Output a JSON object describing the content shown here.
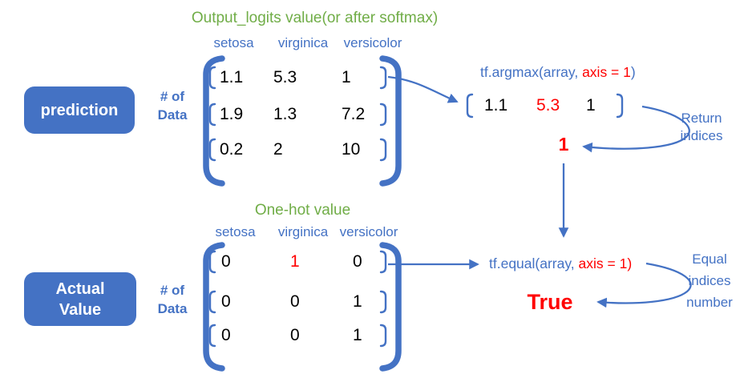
{
  "colors": {
    "accent_blue": "#4472C4",
    "title_green": "#70AD47",
    "highlight_red": "#FF0000",
    "value_black": "#000000",
    "background": "#FFFFFF"
  },
  "prediction_section": {
    "label": "prediction",
    "count_label": {
      "line1": "# of",
      "line2": "Data"
    },
    "matrix_title": "Output_logits value(or after softmax)",
    "columns": [
      "setosa",
      "virginica",
      "versicolor"
    ],
    "matrix": [
      [
        "1.1",
        "5.3",
        "1"
      ],
      [
        "1.9",
        "1.3",
        "7.2"
      ],
      [
        "0.2",
        "2",
        "10"
      ]
    ],
    "function": {
      "name": "tf.argmax(array, ",
      "arg": "axis = 1",
      "close": ")"
    },
    "selected_row": [
      "1.1",
      "5.3",
      "1"
    ],
    "result": "1",
    "result_note": {
      "line1": "Return",
      "line2": "indices"
    }
  },
  "actual_section": {
    "label": {
      "line1": "Actual",
      "line2": "Value"
    },
    "count_label": {
      "line1": "# of",
      "line2": "Data"
    },
    "matrix_title": "One-hot value",
    "columns": [
      "setosa",
      "virginica",
      "versicolor"
    ],
    "matrix": [
      [
        "0",
        "1",
        "0"
      ],
      [
        "0",
        "0",
        "1"
      ],
      [
        "0",
        "0",
        "1"
      ]
    ],
    "function": {
      "name": "tf.equal(array, ",
      "arg": "axis = 1",
      "close": ")"
    },
    "result": "True",
    "result_note": {
      "line1": "Equal",
      "line2": "indices",
      "line3": "number"
    }
  }
}
